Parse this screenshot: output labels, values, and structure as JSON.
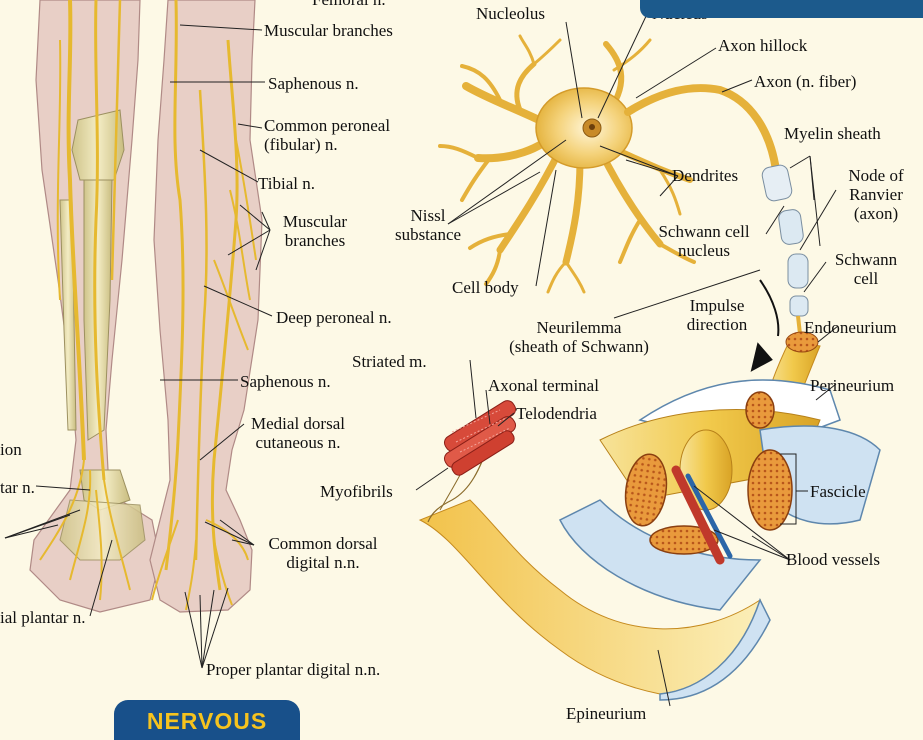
{
  "title": "NERVOUS SYSTEM",
  "colors": {
    "nerve": "#e9c23c",
    "skin": "#e9cfc8",
    "banner": "#18508a",
    "banner_text": "#f6c31e",
    "background": "#fdf9e6"
  },
  "leg_labels": {
    "femoral": "Femoral n.",
    "muscular_branches_top": "Muscular branches",
    "saphenous_top": "Saphenous n.",
    "common_peroneal": "Common peroneal\n(fibular) n.",
    "tibial": "Tibial n.",
    "muscular_branches_mid": "Muscular\nbranches",
    "deep_peroneal": "Deep peroneal n.",
    "saphenous_low": "Saphenous n.",
    "medial_dorsal_cutaneous": "Medial dorsal\ncutaneous n.",
    "common_dorsal_digital": "Common dorsal\ndigital n.n.",
    "proper_plantar_digital": "Proper plantar digital n.n.",
    "partial_left_1": "ion",
    "partial_left_2": "tar n.",
    "partial_left_3": "ial plantar n."
  },
  "neuron_labels": {
    "nucleolus": "Nucleolus",
    "nucleus": "Nucleus",
    "axon_hillock": "Axon hillock",
    "axon": "Axon (n. fiber)",
    "myelin_sheath": "Myelin sheath",
    "node_of_ranvier": "Node of\nRanvier\n(axon)",
    "dendrites": "Dendrites",
    "nissl_substance": "Nissl\nsubstance",
    "schwann_cell_nucleus": "Schwann cell\nnucleus",
    "schwann_cell": "Schwann\ncell",
    "cell_body": "Cell body",
    "impulse_direction": "Impulse\ndirection",
    "neurilemma": "Neurilemma\n(sheath of Schwann)",
    "endoneurium": "Endoneurium",
    "striated_muscle": "Striated m.",
    "axonal_terminal": "Axonal terminal",
    "telodendria": "Telodendria",
    "perineurium": "Perineurium",
    "myofibrils": "Myofibrils",
    "fascicle": "Fascicle",
    "blood_vessels": "Blood vessels",
    "epineurium": "Epineurium"
  }
}
